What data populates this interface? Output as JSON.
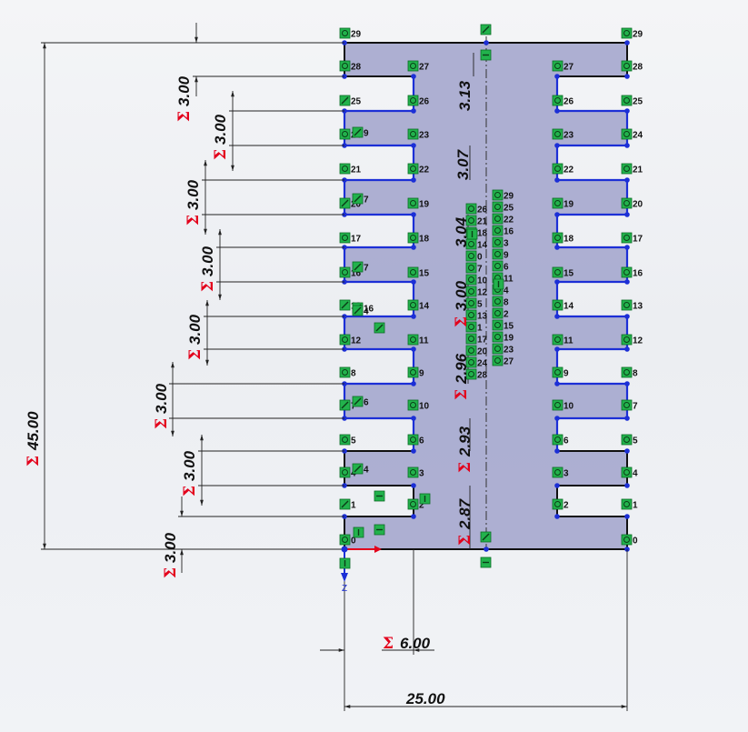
{
  "sigma_symbol": "Σ",
  "dimensions": {
    "overall_height": "45.00",
    "overall_width": "25.00",
    "stem_offset": "6.00",
    "slot_gap": "3.00",
    "stem_half_widths": [
      "3.13",
      "3.07",
      "3.04",
      "3.00",
      "2.96",
      "2.93",
      "2.87"
    ]
  },
  "relations": {
    "left_edge": [
      "29",
      "28",
      "25",
      "24",
      "21",
      "20",
      "17",
      "16",
      "13",
      "12",
      "8",
      "7",
      "5",
      "4",
      "1",
      "0"
    ],
    "inner_left": [
      "27",
      "26",
      "23",
      "22",
      "19",
      "18",
      "15",
      "14",
      "11",
      "9",
      "10",
      "6",
      "3",
      "2"
    ],
    "inner_right": [
      "27",
      "26",
      "23",
      "22",
      "19",
      "18",
      "15",
      "14",
      "11",
      "9",
      "10",
      "6",
      "3",
      "2"
    ],
    "right_edge": [
      "29",
      "28",
      "25",
      "24",
      "21",
      "20",
      "17",
      "16",
      "13",
      "12",
      "8",
      "7",
      "5",
      "4",
      "1",
      "0"
    ],
    "center_col_a": [
      "26",
      "21",
      "18",
      "14",
      "0",
      "7",
      "10",
      "12",
      "5",
      "13",
      "1",
      "17",
      "20",
      "24",
      "28"
    ],
    "center_col_b": [
      "29",
      "25",
      "22",
      "16",
      "3",
      "9",
      "6",
      "11",
      "4",
      "8",
      "2",
      "15",
      "19",
      "23",
      "27"
    ],
    "inner_corner": [
      "9",
      "7",
      "7",
      "16",
      "6",
      "4",
      "4"
    ]
  },
  "axis_label": "Z",
  "colors": {
    "part_fill": "#a9abd0",
    "sketch_line": "#1c2fd6",
    "edge_line": "#000000",
    "relation_fill": "#22b24c",
    "sigma": "#e3001b"
  }
}
